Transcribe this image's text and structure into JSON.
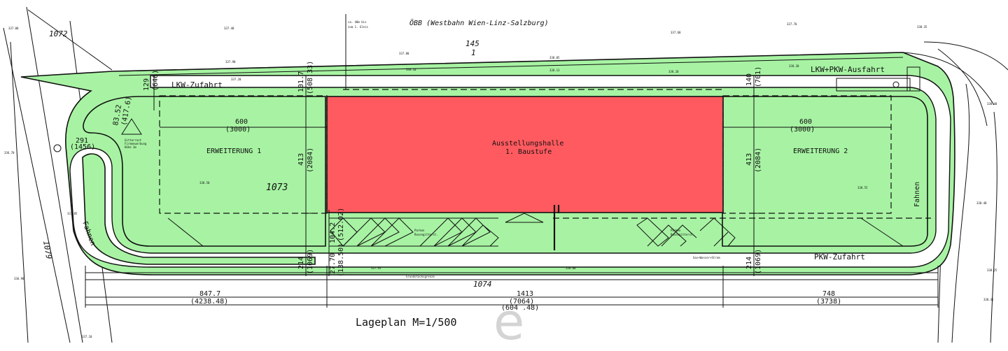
{
  "plan": {
    "railway": "ÖBB (Westbahn Wien-Linz-Salzburg)",
    "rail_note_1": "ca. 40m bis",
    "rail_note_2": "zum 1. Gleis",
    "parcel_145": "145",
    "parcel_145_sub": "1",
    "parcel_1072": "1072",
    "parcel_1073": "1073",
    "parcel_1074": "1074",
    "parcel_1079": "1079",
    "lkw_zufahrt": "LKW-Zufahrt",
    "ausfahrt": "LKW+PKW-Ausfahrt",
    "pkw_zufahrt": "PKW-Zufahrt",
    "hall_title": "Ausstellungshalle",
    "hall_subtitle": "1. Baustufe",
    "ext1": "ERWEITERUNG 1",
    "ext2": "ERWEITERUNG 2",
    "fahnen": "Fahnen",
    "parking_1": "Parken",
    "parking_2": "Rasengitterst.",
    "utilities": "Gas+Wasser+Strom",
    "property_line": "Grundstücksgrenze",
    "gitter_1": "Gitterrost",
    "gitter_2": "Firmenwerbung",
    "gitter_3": "Höhe 3m",
    "scale": "Lageplan M=1/500",
    "watermark": "e",
    "dims": {
      "d600a": "600",
      "d3000a": "(3000)",
      "d600b": "600",
      "d3000b": "(3000)",
      "d413a": "413",
      "d2084a": "(2084)",
      "d413b": "413",
      "d2084b": "(2084)",
      "d1017": "101.7",
      "d50833": "(508.33)",
      "d140": "140",
      "d701": "(701)",
      "d129": "129",
      "d646": "(646)",
      "d291": "291",
      "d1456": "(1456)",
      "d214a": "214",
      "d1069a": "(1069)",
      "d214b": "214",
      "d1069b": "(1069)",
      "d2770": "27.70",
      "d13850": "(138.50)",
      "d1042": "104.2",
      "d51202": "(512.02)",
      "d8352": "83.52",
      "d4176": "(417.6)",
      "d8477": "847.7",
      "d423848": "(4238.48)",
      "d1413": "1413",
      "d7064": "(7064)",
      "d748": "748",
      "d3738": "(3738)",
      "d604": "(604 .48)"
    },
    "spot_heights": [
      "337.00",
      "337.40",
      "337.60",
      "337.70",
      "337.80",
      "337.90",
      "338.05",
      "338.10",
      "338.13",
      "338.20",
      "338.30",
      "338.35",
      "338.40",
      "338.48",
      "338.50",
      "338.55",
      "337.85",
      "337.20",
      "338.00",
      "337.95",
      "338.25",
      "338.45",
      "336.70",
      "336.90",
      "337.10"
    ]
  }
}
